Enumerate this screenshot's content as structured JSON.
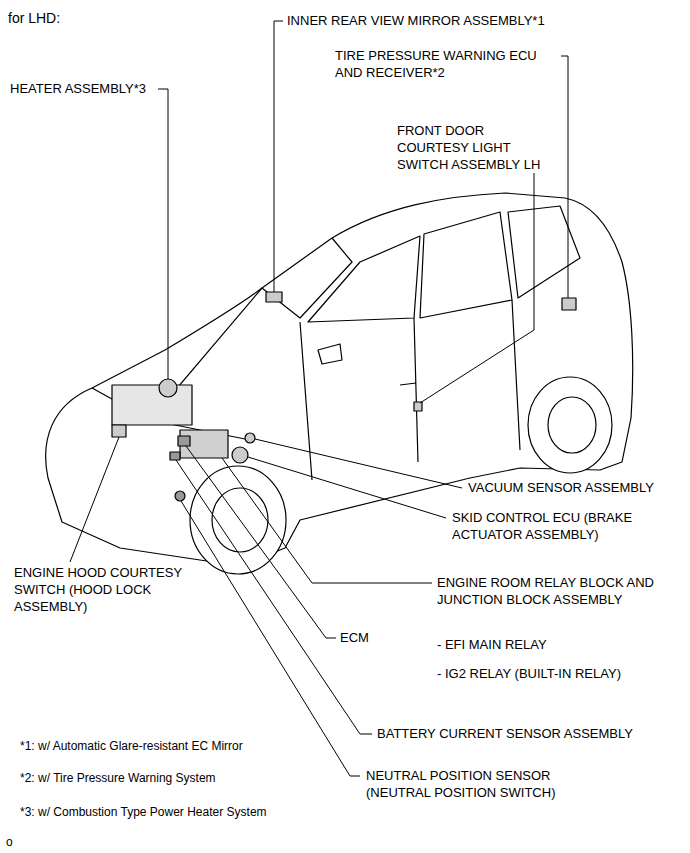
{
  "diagram": {
    "title": "for LHD:",
    "labels": [
      "INNER REAR VIEW MIRROR ASSEMBLY*1",
      "TIRE PRESSURE WARNING ECU AND RECEIVER*2",
      "HEATER ASSEMBLY*3",
      "FRONT DOOR COURTESY LIGHT SWITCH ASSEMBLY LH",
      "VACUUM SENSOR ASSEMBLY",
      "SKID CONTROL ECU (BRAKE ACTUATOR ASSEMBLY)",
      "ENGINE HOOD COURTESY SWITCH (HOOD LOCK ASSEMBLY)",
      "ENGINE ROOM RELAY BLOCK AND JUNCTION BLOCK ASSEMBLY",
      "ECM",
      "- EFI MAIN RELAY",
      "- IG2 RELAY (BUILT-IN RELAY)",
      "BATTERY CURRENT SENSOR ASSEMBLY",
      "NEUTRAL POSITION SENSOR (NEUTRAL POSITION SWITCH)",
      "*1: w/ Automatic Glare-resistant EC Mirror",
      "*2: w/ Tire Pressure Warning System",
      "*3: w/ Combustion Type Power Heater System",
      "o"
    ]
  }
}
